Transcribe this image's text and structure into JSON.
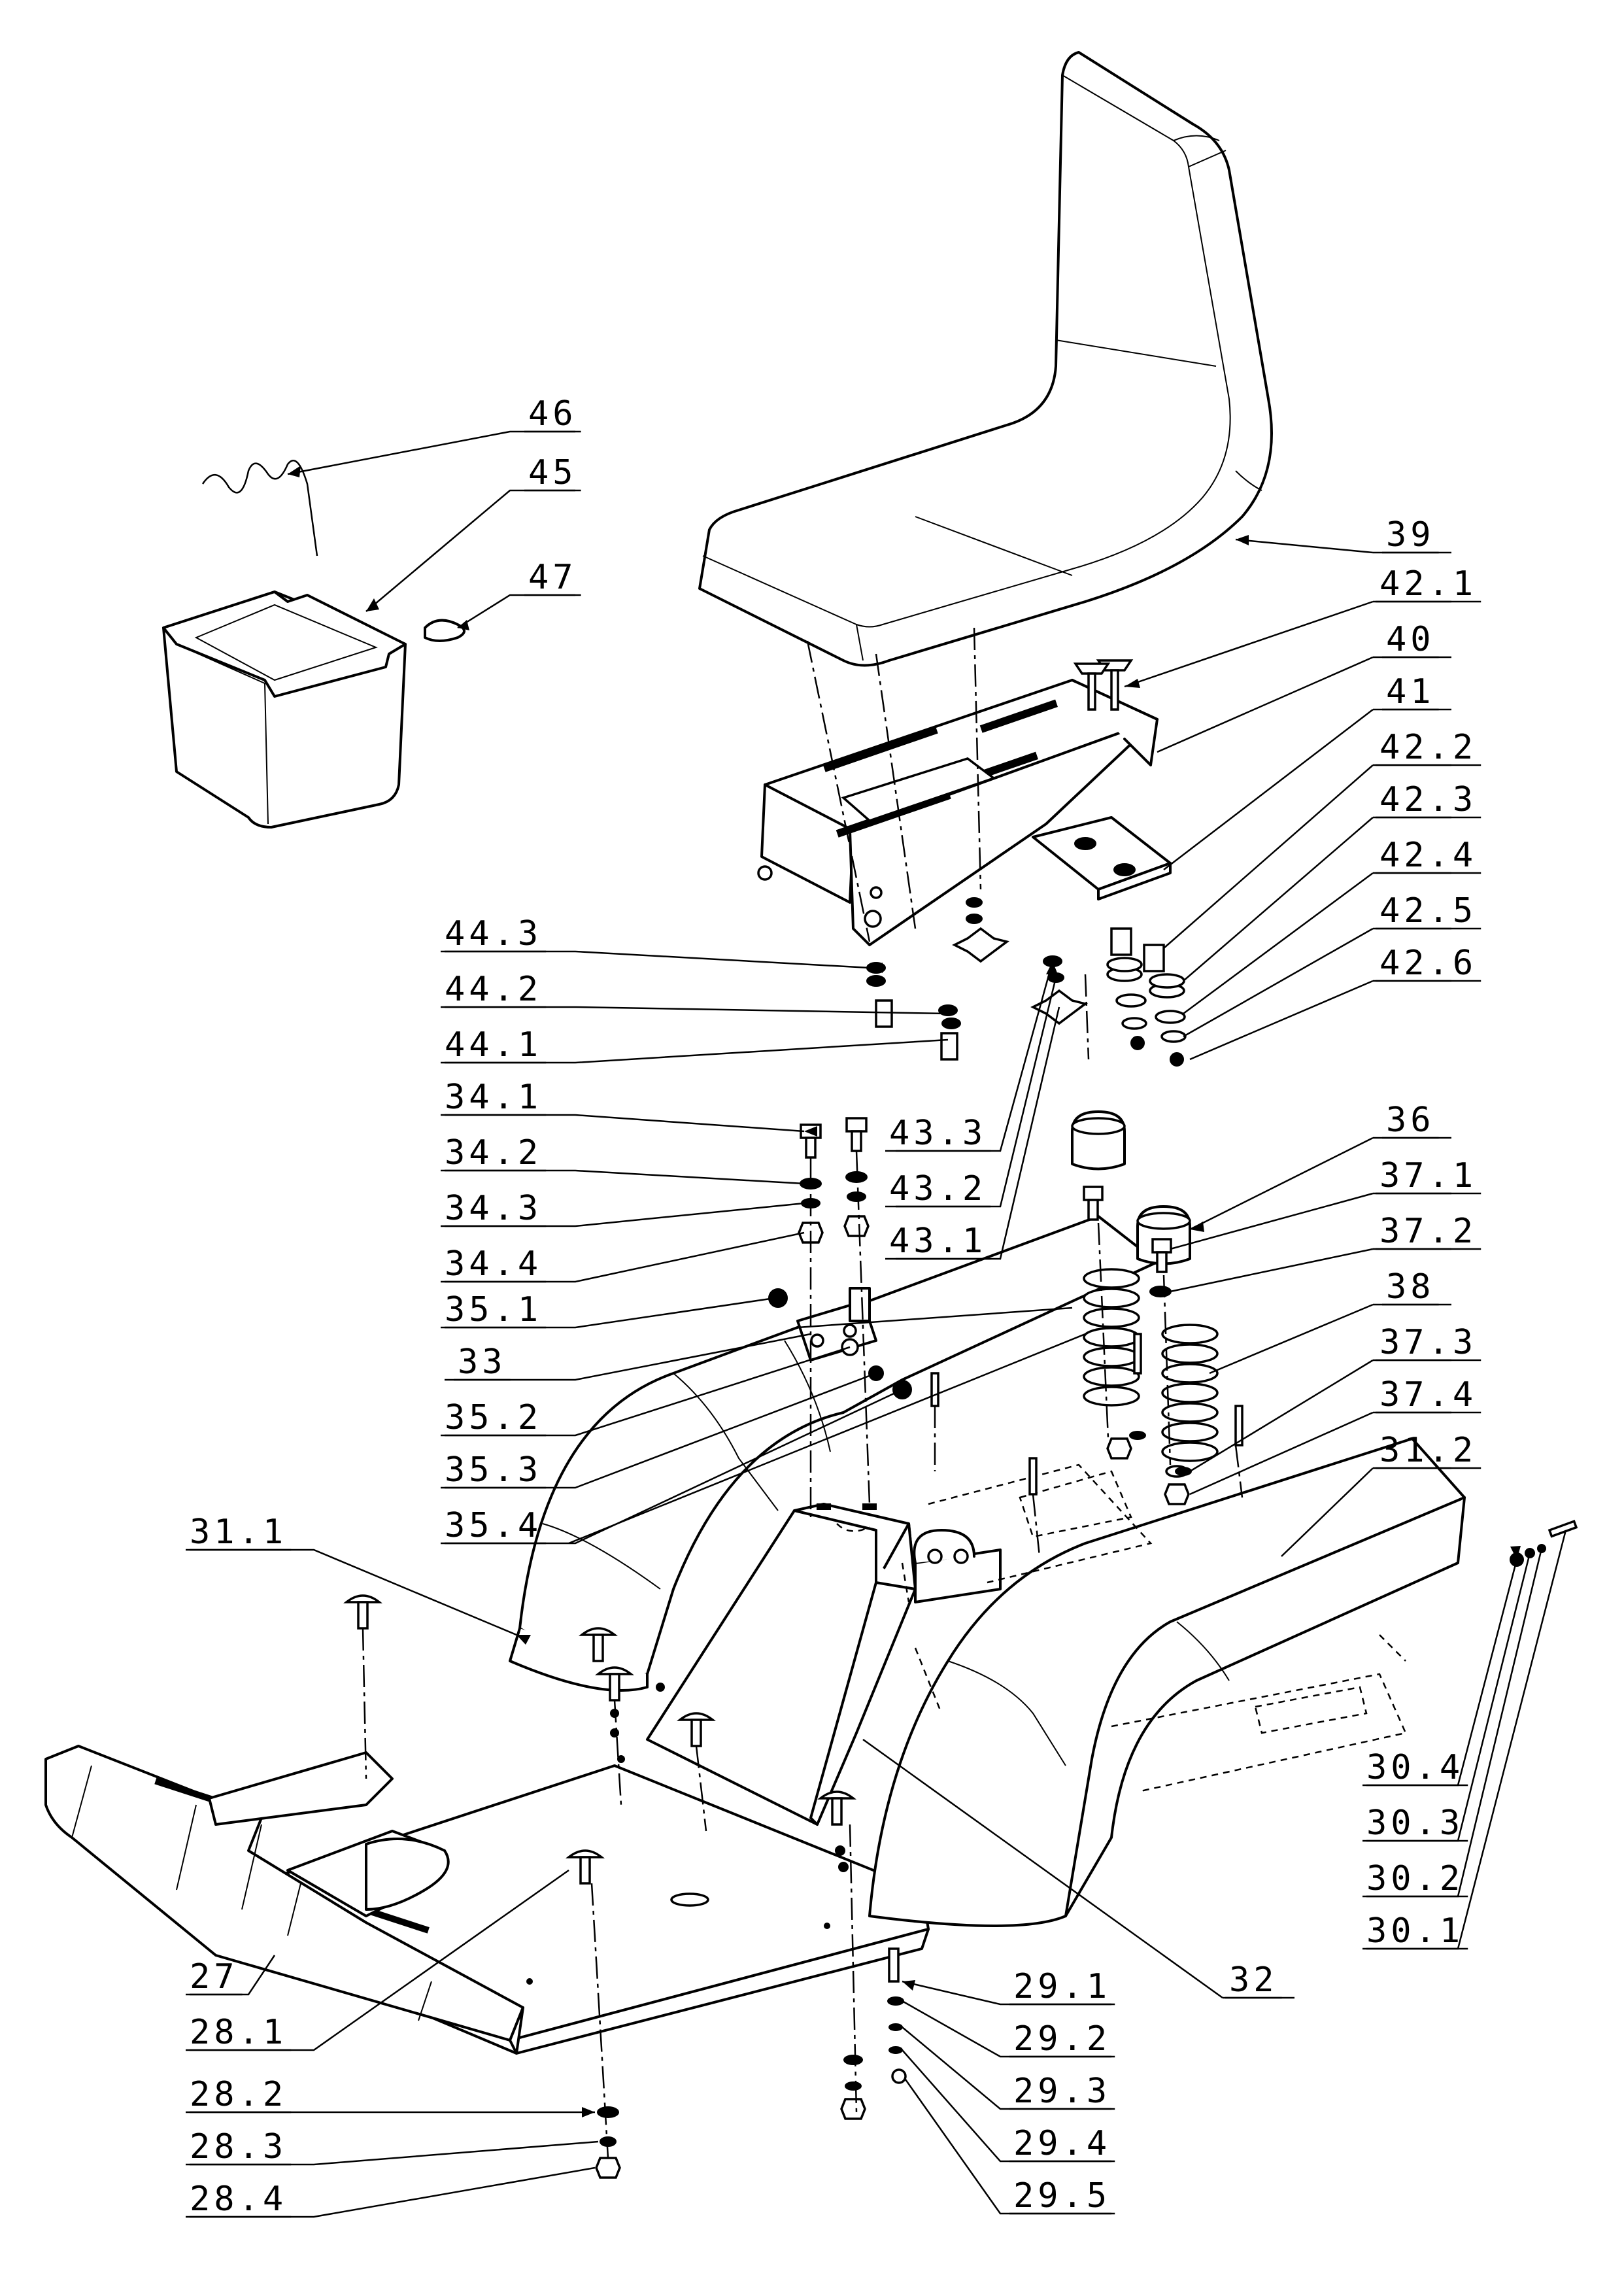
{
  "colors": {
    "line": "#000000",
    "background": "#ffffff"
  },
  "callouts": {
    "c46": "46",
    "c45": "45",
    "c47": "47",
    "c39": "39",
    "c42_1": "42.1",
    "c40": "40",
    "c41": "41",
    "c42_2": "42.2",
    "c42_3": "42.3",
    "c42_4": "42.4",
    "c42_5": "42.5",
    "c42_6": "42.6",
    "c44_3": "44.3",
    "c44_2": "44.2",
    "c44_1": "44.1",
    "c34_1": "34.1",
    "c34_2": "34.2",
    "c34_3": "34.3",
    "c34_4": "34.4",
    "c35_1": "35.1",
    "c33": "33",
    "c35_2": "35.2",
    "c35_3": "35.3",
    "c35_4": "35.4",
    "c43_3": "43.3",
    "c43_2": "43.2",
    "c43_1": "43.1",
    "c36": "36",
    "c37_1": "37.1",
    "c37_2": "37.2",
    "c38": "38",
    "c37_3": "37.3",
    "c37_4": "37.4",
    "c31_2": "31.2",
    "c31_1": "31.1",
    "c30_4": "30.4",
    "c30_3": "30.3",
    "c30_2": "30.2",
    "c30_1": "30.1",
    "c27": "27",
    "c28_1": "28.1",
    "c32": "32",
    "c29_1": "29.1",
    "c29_2": "29.2",
    "c29_3": "29.3",
    "c29_4": "29.4",
    "c29_5": "29.5",
    "c28_2": "28.2",
    "c28_3": "28.3",
    "c28_4": "28.4"
  }
}
